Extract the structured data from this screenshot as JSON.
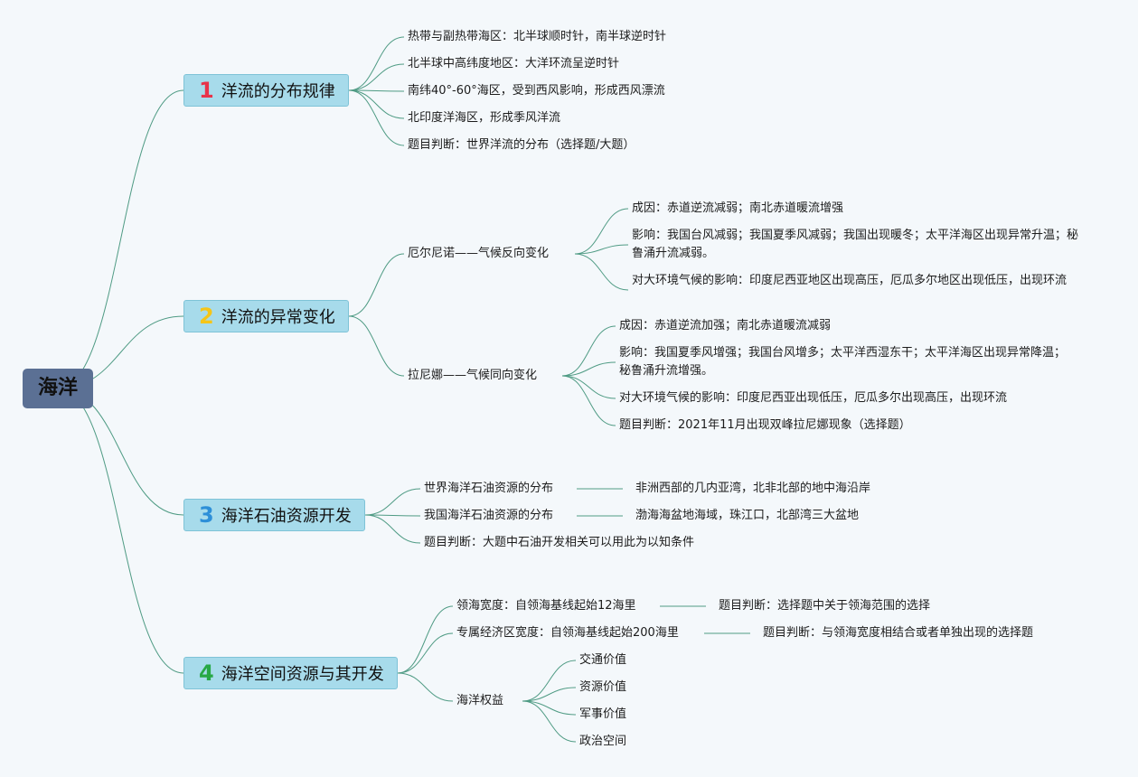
{
  "root": "海洋",
  "colors": {
    "n1": "#e8334a",
    "n2": "#f5c518",
    "n3": "#2d8fd8",
    "n4": "#27a845",
    "line": "#4f9b84"
  },
  "b1": {
    "num": "1",
    "title": "洋流的分布规律",
    "items": [
      "热带与副热带海区：北半球顺时针，南半球逆时针",
      "北半球中高纬度地区：大洋环流呈逆时针",
      "南纬40°-60°海区，受到西风影响，形成西风漂流",
      "北印度洋海区，形成季风洋流",
      "题目判断：世界洋流的分布（选择题/大题）"
    ]
  },
  "b2": {
    "num": "2",
    "title": "洋流的异常变化",
    "elnino": {
      "label": "厄尔尼诺——气候反向变化",
      "items": [
        "成因：赤道逆流减弱；南北赤道暖流增强",
        "影响：我国台风减弱；我国夏季风减弱；我国出现暖冬；太平洋海区出现异常升温；秘鲁涌升流减弱。",
        "对大环境气候的影响：印度尼西亚地区出现高压，厄瓜多尔地区出现低压，出现环流"
      ]
    },
    "lanina": {
      "label": "拉尼娜——气候同向变化",
      "items": [
        "成因：赤道逆流加强；南北赤道暖流减弱",
        "影响：我国夏季风增强；我国台风增多；太平洋西湿东干；太平洋海区出现异常降温；秘鲁涌升流增强。",
        "对大环境气候的影响：印度尼西亚出现低压，厄瓜多尔出现高压，出现环流",
        "题目判断：2021年11月出现双峰拉尼娜现象（选择题）"
      ]
    }
  },
  "b3": {
    "num": "3",
    "title": "海洋石油资源开发",
    "world": "世界海洋石油资源的分布",
    "world_detail": "非洲西部的几内亚湾，北非北部的地中海沿岸",
    "china": "我国海洋石油资源的分布",
    "china_detail": "渤海海盆地海域，珠江口，北部湾三大盆地",
    "judge": "题目判断：大题中石油开发相关可以用此为以知条件"
  },
  "b4": {
    "num": "4",
    "title": "海洋空间资源与其开发",
    "ts": "领海宽度：自领海基线起始12海里",
    "ts_judge": "题目判断：选择题中关于领海范围的选择",
    "eez": "专属经济区宽度：自领海基线起始200海里",
    "eez_judge": "题目判断：与领海宽度相结合或者单独出现的选择题",
    "rights": "海洋权益",
    "values": [
      "交通价值",
      "资源价值",
      "军事价值",
      "政治空间"
    ]
  }
}
